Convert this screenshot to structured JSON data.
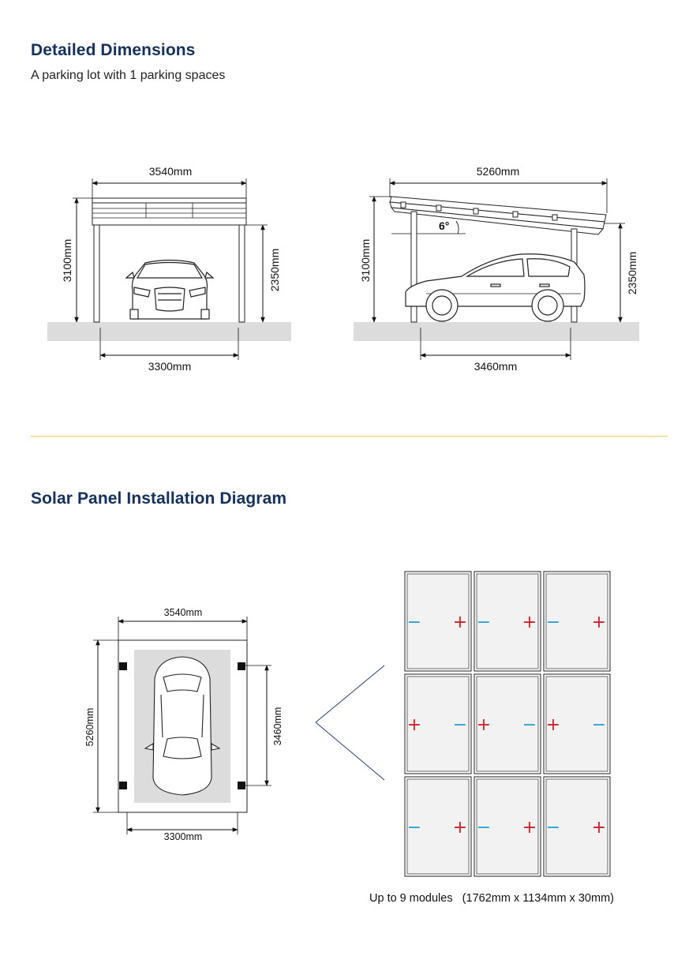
{
  "sections": {
    "dimensions": {
      "title": "Detailed Dimensions",
      "subtitle": "A parking lot with 1 parking spaces"
    },
    "installation": {
      "title": "Solar Panel Installation Diagram"
    }
  },
  "front_view": {
    "top_width": "3540mm",
    "total_height": "3100mm",
    "clear_height": "2350mm",
    "post_span": "3300mm"
  },
  "side_view": {
    "top_length": "5260mm",
    "tilt_angle": "6°",
    "total_height": "3100mm",
    "clear_height": "2350mm",
    "post_span": "3460mm"
  },
  "plan_view": {
    "width": "3540mm",
    "length": "5260mm",
    "post_span_length": "3460mm",
    "post_span_width": "3300mm"
  },
  "modules": {
    "caption": "Up to 9 modules   (1762mm x 1134mm x 30mm)",
    "count": 9,
    "rows": [
      {
        "left": "−",
        "right": "+"
      },
      {
        "left": "+",
        "right": "−"
      },
      {
        "left": "−",
        "right": "+"
      }
    ],
    "colors": {
      "plus": "#d0202a",
      "minus": "#2a9fd0"
    }
  },
  "colors": {
    "heading": "#14305e",
    "divider": "#f0c95c",
    "ground": "#dcdcdc"
  }
}
